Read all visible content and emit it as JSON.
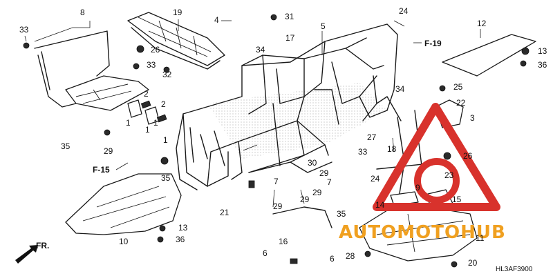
{
  "diagram_code": "HL3AF3900",
  "direction_label": "FR.",
  "references": [
    "F-19",
    "F-15"
  ],
  "callouts": [
    "8",
    "19",
    "31",
    "24",
    "33",
    "4",
    "26",
    "32",
    "33",
    "2",
    "2",
    "1",
    "1",
    "1",
    "1",
    "29",
    "35",
    "34",
    "17",
    "5",
    "12",
    "13",
    "36",
    "25",
    "34",
    "22",
    "3",
    "26",
    "23",
    "27",
    "18",
    "33",
    "30",
    "29",
    "29",
    "24",
    "35",
    "7",
    "7",
    "29",
    "21",
    "29",
    "9",
    "14",
    "15",
    "35",
    "16",
    "6",
    "6",
    "28",
    "10",
    "13",
    "36",
    "11",
    "20"
  ],
  "watermark": {
    "brand": "AUTOMOTOHUB",
    "colors": {
      "red": "#d8322c",
      "orange": "#f0a020"
    }
  }
}
